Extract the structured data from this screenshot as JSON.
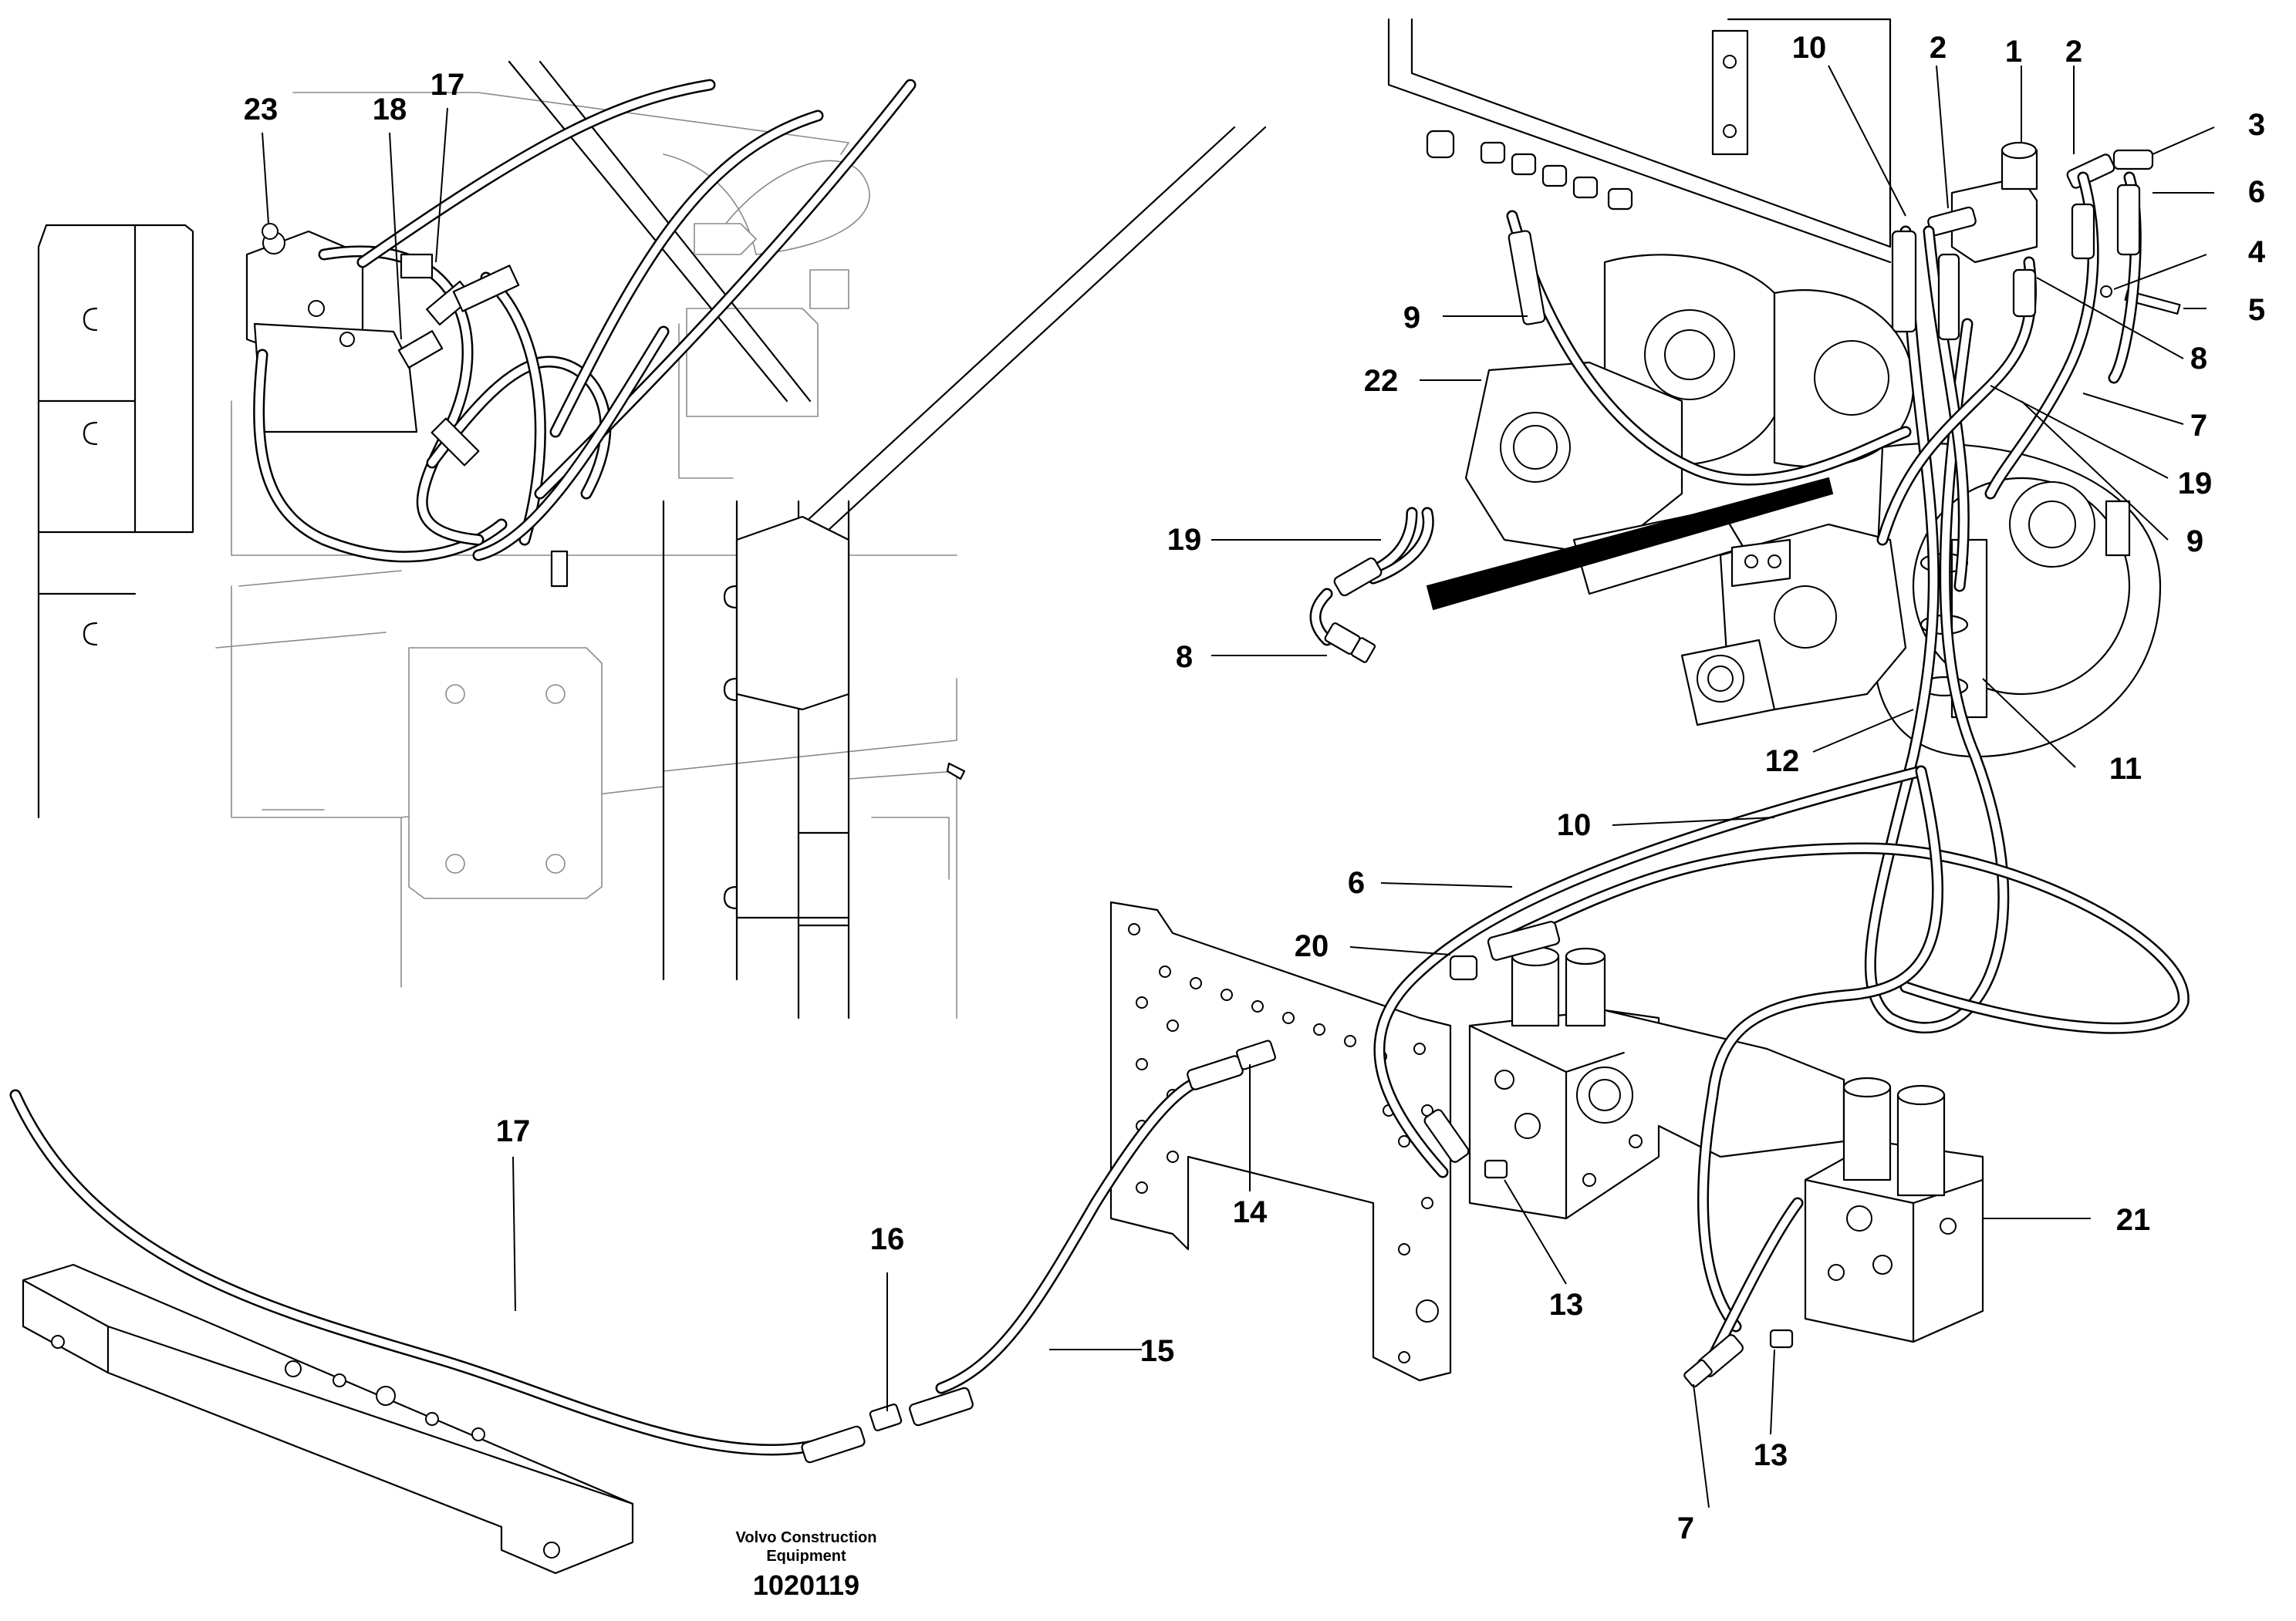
{
  "callouts": [
    {
      "id": "c23a",
      "label": "23"
    },
    {
      "id": "c18",
      "label": "18"
    },
    {
      "id": "c17a",
      "label": "17"
    },
    {
      "id": "c10a",
      "label": "10"
    },
    {
      "id": "c2a",
      "label": "2"
    },
    {
      "id": "c1",
      "label": "1"
    },
    {
      "id": "c2b",
      "label": "2"
    },
    {
      "id": "c3",
      "label": "3"
    },
    {
      "id": "c6a",
      "label": "6"
    },
    {
      "id": "c4",
      "label": "4"
    },
    {
      "id": "c5",
      "label": "5"
    },
    {
      "id": "c9a",
      "label": "9"
    },
    {
      "id": "c8a",
      "label": "8"
    },
    {
      "id": "c22",
      "label": "22"
    },
    {
      "id": "c7a",
      "label": "7"
    },
    {
      "id": "c19a",
      "label": "19"
    },
    {
      "id": "c9b",
      "label": "9"
    },
    {
      "id": "c19b",
      "label": "19"
    },
    {
      "id": "c8b",
      "label": "8"
    },
    {
      "id": "c12",
      "label": "12"
    },
    {
      "id": "c11",
      "label": "11"
    },
    {
      "id": "c10b",
      "label": "10"
    },
    {
      "id": "c6b",
      "label": "6"
    },
    {
      "id": "c20",
      "label": "20"
    },
    {
      "id": "c17b",
      "label": "17"
    },
    {
      "id": "c14",
      "label": "14"
    },
    {
      "id": "c16",
      "label": "16"
    },
    {
      "id": "c15",
      "label": "15"
    },
    {
      "id": "c13a",
      "label": "13"
    },
    {
      "id": "c21",
      "label": "21"
    },
    {
      "id": "c13b",
      "label": "13"
    },
    {
      "id": "c7b",
      "label": "7"
    }
  ],
  "footer": {
    "company_line1": "Volvo Construction",
    "company_line2": "Equipment",
    "drawing_number": "1020119"
  }
}
